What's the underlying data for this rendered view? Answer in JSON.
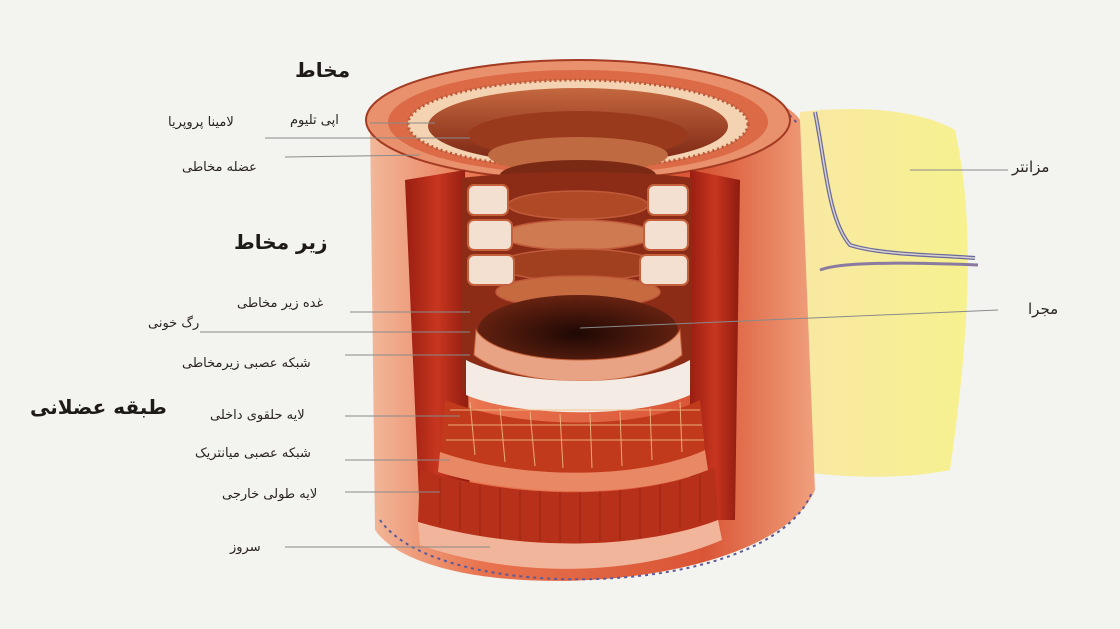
{
  "headings": {
    "mucosa": "مخاط",
    "submucosa": "زیر مخاط",
    "muscularis": "طبقه عضلانی"
  },
  "labels": {
    "epithelium": "اپی تلیوم",
    "lamina_propria": "لامینا پروپریا",
    "muscularis_mucosae": "عضله مخاطی",
    "submucosal_gland": "غده زیر مخاطی",
    "blood_vessel": "رگ خونی",
    "submucosal_plexus": "شبکه عصبی زیرمخاطی",
    "inner_circular": "لایه حلقوی داخلی",
    "myenteric_plexus": "شبکه عصبی میانتریک",
    "outer_longitudinal": "لایه طولی خارجی",
    "serosa": "سروز",
    "mesentery": "مزانتر",
    "lumen": "مجرا"
  },
  "colors": {
    "background": "#f3f3ef",
    "muscle": "#c8361f",
    "tissue": "#e47a52",
    "mesentery": "#f6ee86",
    "lumen": "#3a1208",
    "leader": "#8a8a8a"
  }
}
